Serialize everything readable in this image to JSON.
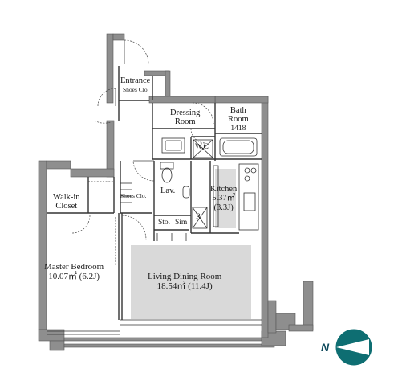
{
  "plan": {
    "rooms": {
      "entrance": {
        "label": "Entrance"
      },
      "shoes_closet_entrance": {
        "label": "Shoes Clo."
      },
      "dressing_room": {
        "line1": "Dressing",
        "line2": "Room"
      },
      "bath_room": {
        "line1": "Bath",
        "line2": "Room",
        "line3": "1418"
      },
      "wc": {
        "label": "W.C"
      },
      "lavatory": {
        "label": "Lav."
      },
      "kitchen": {
        "line1": "Kitchen",
        "line2": "5.37㎡",
        "line3": "(3.3J)"
      },
      "walk_in_closet": {
        "line1": "Walk-in",
        "line2": "Closet"
      },
      "shoes_closet_hall": {
        "label": "Shoes Clo."
      },
      "storage": {
        "label": "Sto."
      },
      "storage_sim": {
        "label": "Sim"
      },
      "refrigerator": {
        "label": "R"
      },
      "master_bedroom": {
        "line1": "Master Bedroom",
        "line2": "10.07㎡  (6.2J)"
      },
      "living_dining": {
        "line1": "Living Dining Room",
        "line2": "18.54㎡  (11.4J)"
      }
    },
    "compass": {
      "letter": "N"
    },
    "colors": {
      "wall": "#8e8e8e",
      "wall_dark": "#7a7a7a",
      "floor_highlight": "#d9d9d9",
      "line": "#333333",
      "compass": "#0e6e72"
    }
  }
}
